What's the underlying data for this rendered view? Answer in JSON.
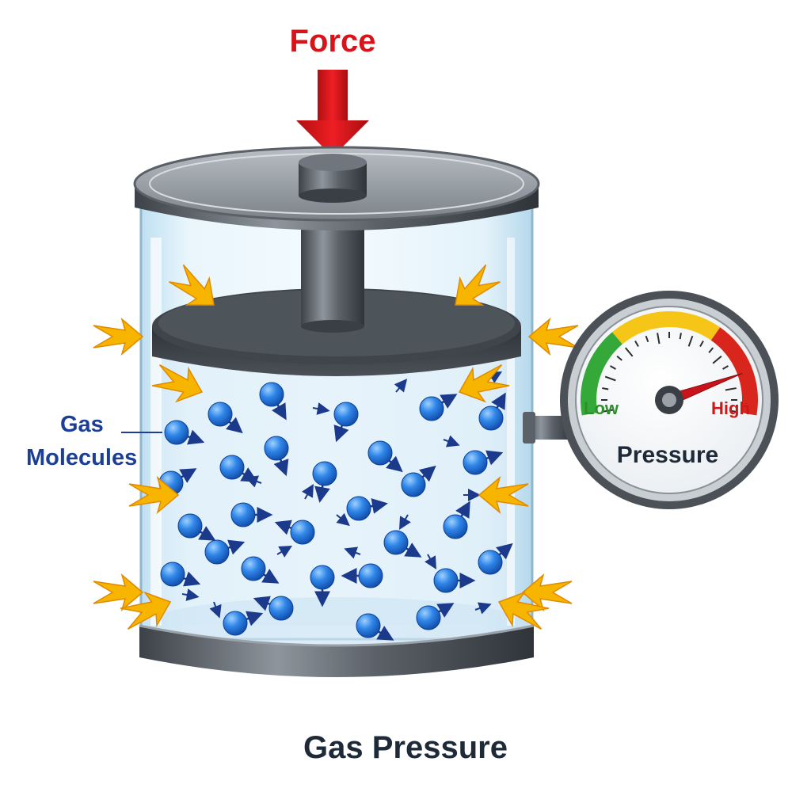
{
  "diagram": {
    "title": "Gas Pressure",
    "force_label": "Force",
    "molecules_label_line1": "Gas",
    "molecules_label_line2": "Molecules",
    "gauge": {
      "low_label": "Low",
      "high_label": "High",
      "name": "Pressure",
      "needle_level": 0.85
    }
  },
  "colors": {
    "force_arrow": "#d7141a",
    "molecule": "#1e6fd9",
    "impact_arrows": "#f7b500",
    "label_blue": "#1c3f95",
    "gauge_green": "#35a83a",
    "gauge_yellow": "#f5c518",
    "gauge_red": "#d9261c",
    "metal": "#4a5057"
  },
  "icons": {
    "force": "down-arrow-icon",
    "impact": "impact-arrow-icon",
    "gauge": "pressure-gauge-icon"
  }
}
